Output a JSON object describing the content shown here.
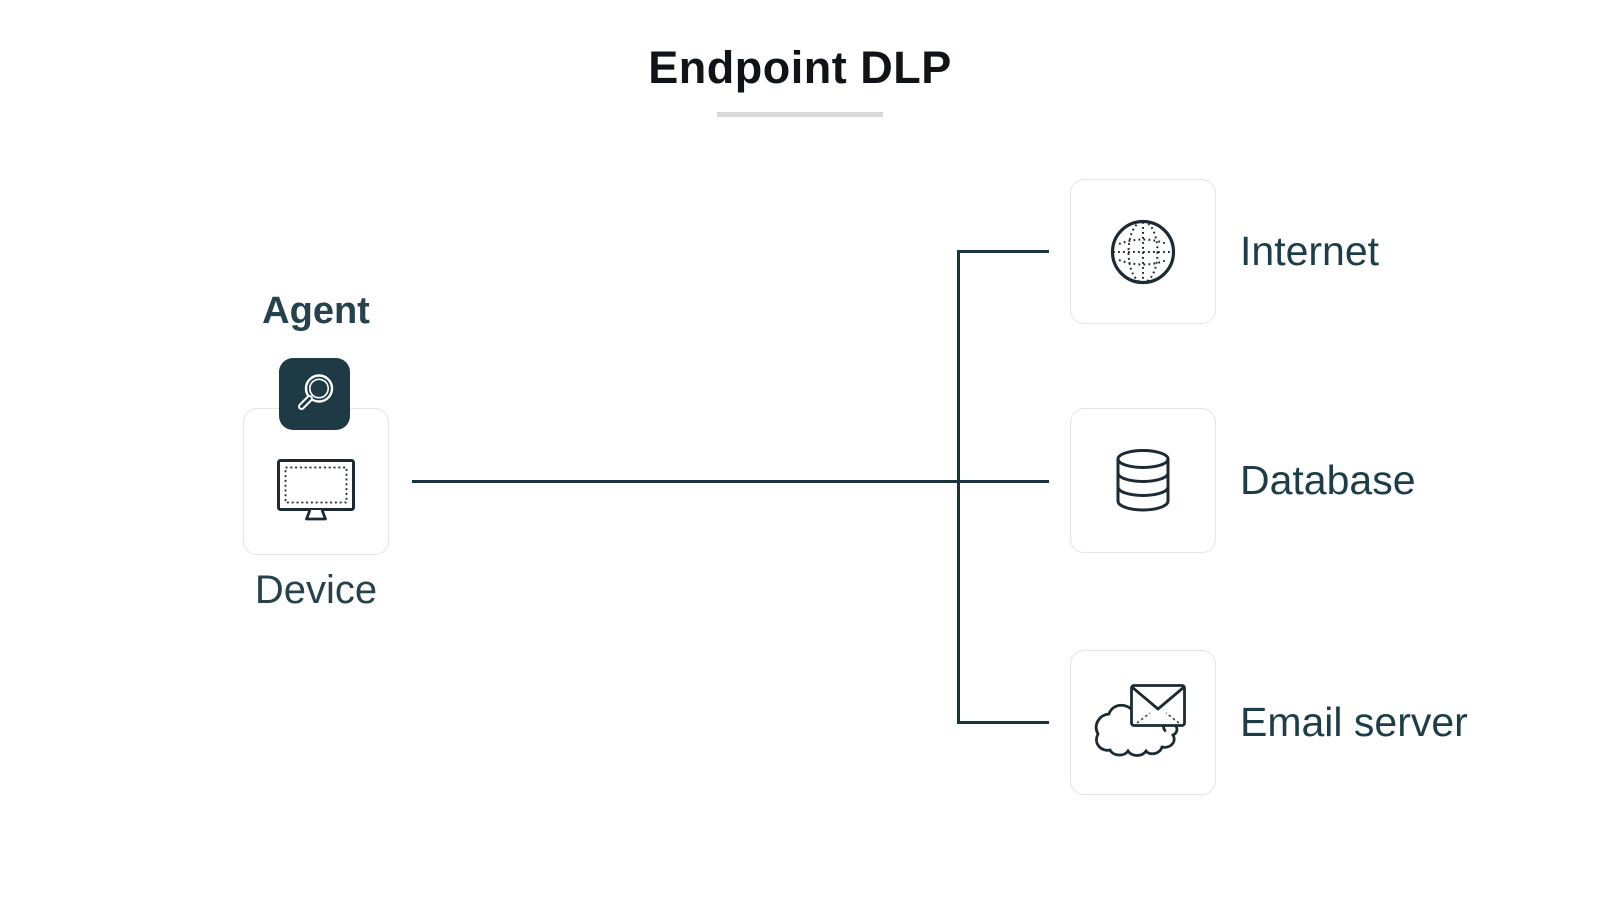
{
  "page": {
    "title": "Endpoint DLP"
  },
  "agent": {
    "label": "Agent",
    "icon": "magnifier-icon"
  },
  "device": {
    "label": "Device",
    "icon": "monitor-icon"
  },
  "targets": [
    {
      "label": "Internet",
      "icon": "globe-icon"
    },
    {
      "label": "Database",
      "icon": "database-icon"
    },
    {
      "label": "Email server",
      "icon": "email-cloud-icon"
    }
  ],
  "colors": {
    "accent_dark": "#1e3a44",
    "connector_line": "#1b333d",
    "side_label_text": "#25424d",
    "target_label_text": "#1d3e48",
    "title_text": "#101317",
    "card_border": "#e4e4e4",
    "title_underline": "#d9d9d9",
    "icon_stroke": "#1c2b33"
  }
}
